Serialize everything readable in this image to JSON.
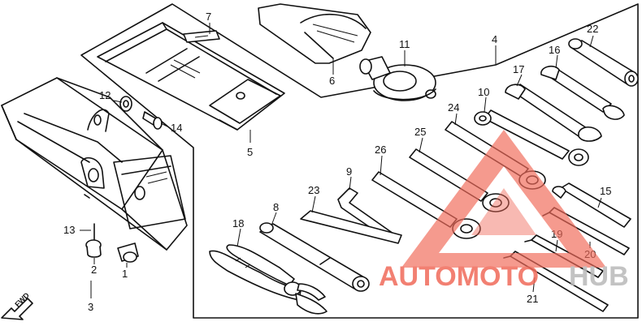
{
  "labels": {
    "n1": "1",
    "n2": "2",
    "n3": "3",
    "n4": "4",
    "n5": "5",
    "n6": "6",
    "n7": "7",
    "n8": "8",
    "n9": "9",
    "n10": "10",
    "n11": "11",
    "n12": "12",
    "n13": "13",
    "n14": "14",
    "n15": "15",
    "n16": "16",
    "n17": "17",
    "n18": "18",
    "n19": "19",
    "n20": "20",
    "n21": "21",
    "n22": "22",
    "n23": "23",
    "n24": "24",
    "n25": "25",
    "n26": "26"
  },
  "direction_marker": "FWD",
  "watermark": {
    "part1": "AUTOMOTO",
    "part2": "HUB",
    "color_primary": "#f06a5a",
    "color_secondary": "#b9b9b9"
  },
  "colors": {
    "line": "#111111",
    "background": "#ffffff"
  }
}
